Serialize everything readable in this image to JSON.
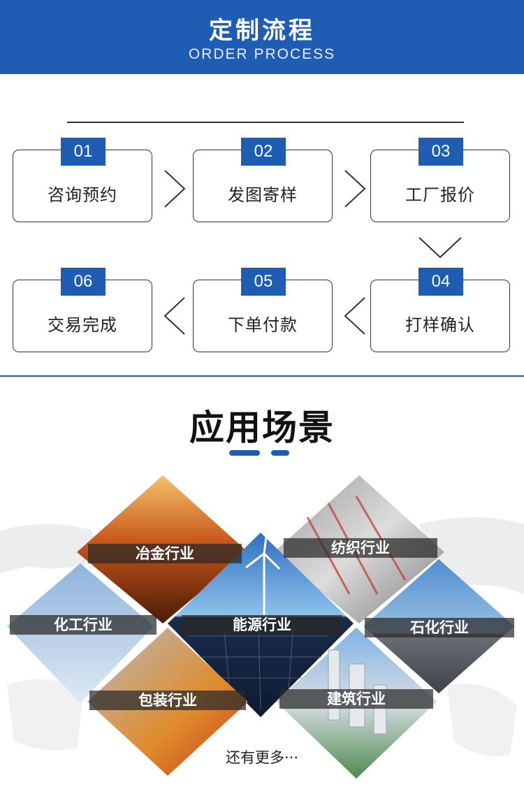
{
  "banner": {
    "title": "定制流程",
    "subtitle": "ORDER PROCESS"
  },
  "steps": [
    {
      "num": "01",
      "label": "咨询预约"
    },
    {
      "num": "02",
      "label": "发图寄样"
    },
    {
      "num": "03",
      "label": "工厂报价"
    },
    {
      "num": "04",
      "label": "打样确认"
    },
    {
      "num": "05",
      "label": "下单付款"
    },
    {
      "num": "06",
      "label": "交易完成"
    }
  ],
  "section": {
    "title": "应用场景",
    "accent_color": "#1e5db3"
  },
  "industries": [
    {
      "label": "冶金行业"
    },
    {
      "label": "纺织行业"
    },
    {
      "label": "化工行业"
    },
    {
      "label": "能源行业"
    },
    {
      "label": "石化行业"
    },
    {
      "label": "包装行业"
    },
    {
      "label": "建筑行业"
    }
  ],
  "more_text": "还有更多···",
  "colors": {
    "primary": "#1e5db3",
    "text": "#222222"
  }
}
